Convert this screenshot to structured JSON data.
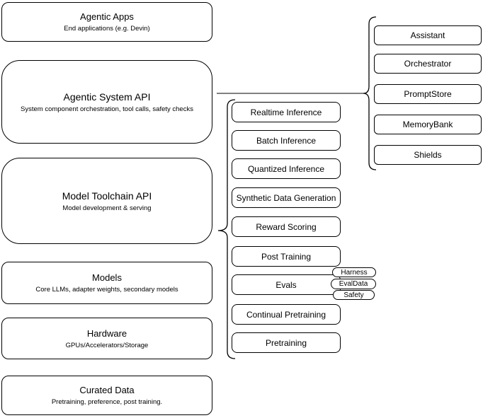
{
  "stack": [
    {
      "title": "Agentic Apps",
      "subtitle": "End applications (e.g. Devin)"
    },
    {
      "title": "Agentic System API",
      "subtitle": "System component orchestration, tool calls, safety checks"
    },
    {
      "title": "Model Toolchain API",
      "subtitle": "Model development & serving"
    },
    {
      "title": "Models",
      "subtitle": "Core LLMs, adapter weights, secondary models"
    },
    {
      "title": "Hardware",
      "subtitle": "GPUs/Accelerators/Storage"
    },
    {
      "title": "Curated Data",
      "subtitle": "Pretraining, preference, post training."
    }
  ],
  "toolchain": {
    "items": [
      "Realtime Inference",
      "Batch Inference",
      "Quantized Inference",
      "Synthetic Data Generation",
      "Reward Scoring",
      "Post Training",
      "Evals",
      "Continual Pretraining",
      "Pretraining"
    ]
  },
  "evals_pills": [
    "Harness",
    "EvalData",
    "Safety"
  ],
  "components": [
    "Assistant",
    "Orchestrator",
    "PromptStore",
    "MemoryBank",
    "Shields"
  ],
  "colors": {
    "box_border": "#000000",
    "box_fill": "#ffffff",
    "connector_line": "#808080",
    "background": "#ffffff"
  }
}
